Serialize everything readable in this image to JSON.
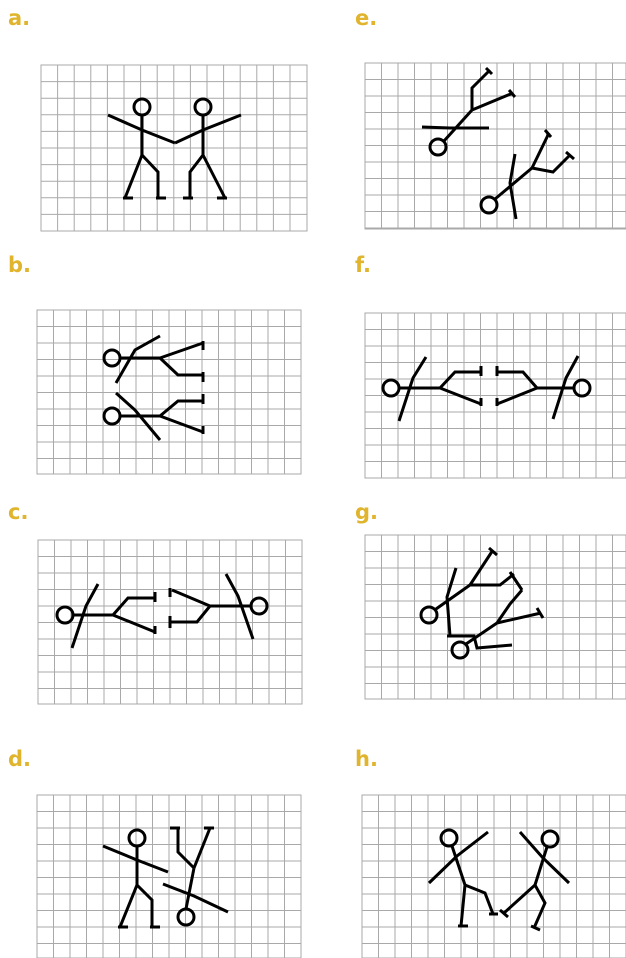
{
  "labels": {
    "a": "a.",
    "b": "b.",
    "c": "c.",
    "d": "d.",
    "e": "e.",
    "f": "f.",
    "g": "g.",
    "h": "h."
  },
  "colors": {
    "label": "#e0b42c",
    "grid": "#a9a9a9",
    "figure": "#000000"
  }
}
